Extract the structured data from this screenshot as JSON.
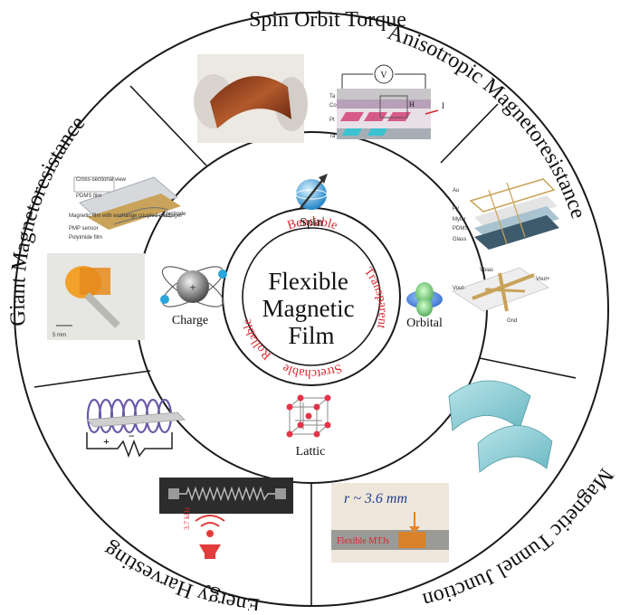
{
  "core": {
    "lines": [
      "Flexible",
      "Magnetic",
      "Film"
    ]
  },
  "ring_labels": {
    "top": "Bendable",
    "right": "Transparent",
    "bottom": "Stretchable",
    "left": "Rollable"
  },
  "nodes": {
    "top": "Spin",
    "right": "Orbital",
    "bottom": "Lattic",
    "left": "Charge"
  },
  "sectors": {
    "top": "Spin Orbit Torque",
    "upper_right": "Anisotropic Magnetoresistance",
    "lower_right": "Magnetic Tunnel Junction",
    "bottom": "Energy Harvesting",
    "left": "Giant Magnetoresistance"
  },
  "insets": {
    "sot_schematic_labels": [
      "Ta",
      "Co",
      "Pt",
      "Ta",
      "V",
      "I",
      "H"
    ],
    "amr_labels": [
      "Au",
      "Py",
      "Mylar",
      "PDMS",
      "Glass"
    ],
    "amr_device_labels": [
      "Vbias",
      "Vout+",
      "Vout-",
      "Gnd"
    ],
    "gmr_labels": [
      "Cross-sectional view",
      "PDMS film",
      "Electrode",
      "Magnetic film with exchange coupled multilayer",
      "PMP sensor",
      "Polyimide film"
    ],
    "gmr_scale": "5 mm",
    "mtj_radius": "r ~ 3.6 mm",
    "mtj_caption": "Flexible MTJs",
    "eh_frequency": "3.7 kHz",
    "eh_polarity": [
      "+",
      "−"
    ]
  },
  "colors": {
    "ring_stroke": "#1a1a1a",
    "accent_red": "#d8262e",
    "mtj_blue": "#1f3f8f"
  }
}
